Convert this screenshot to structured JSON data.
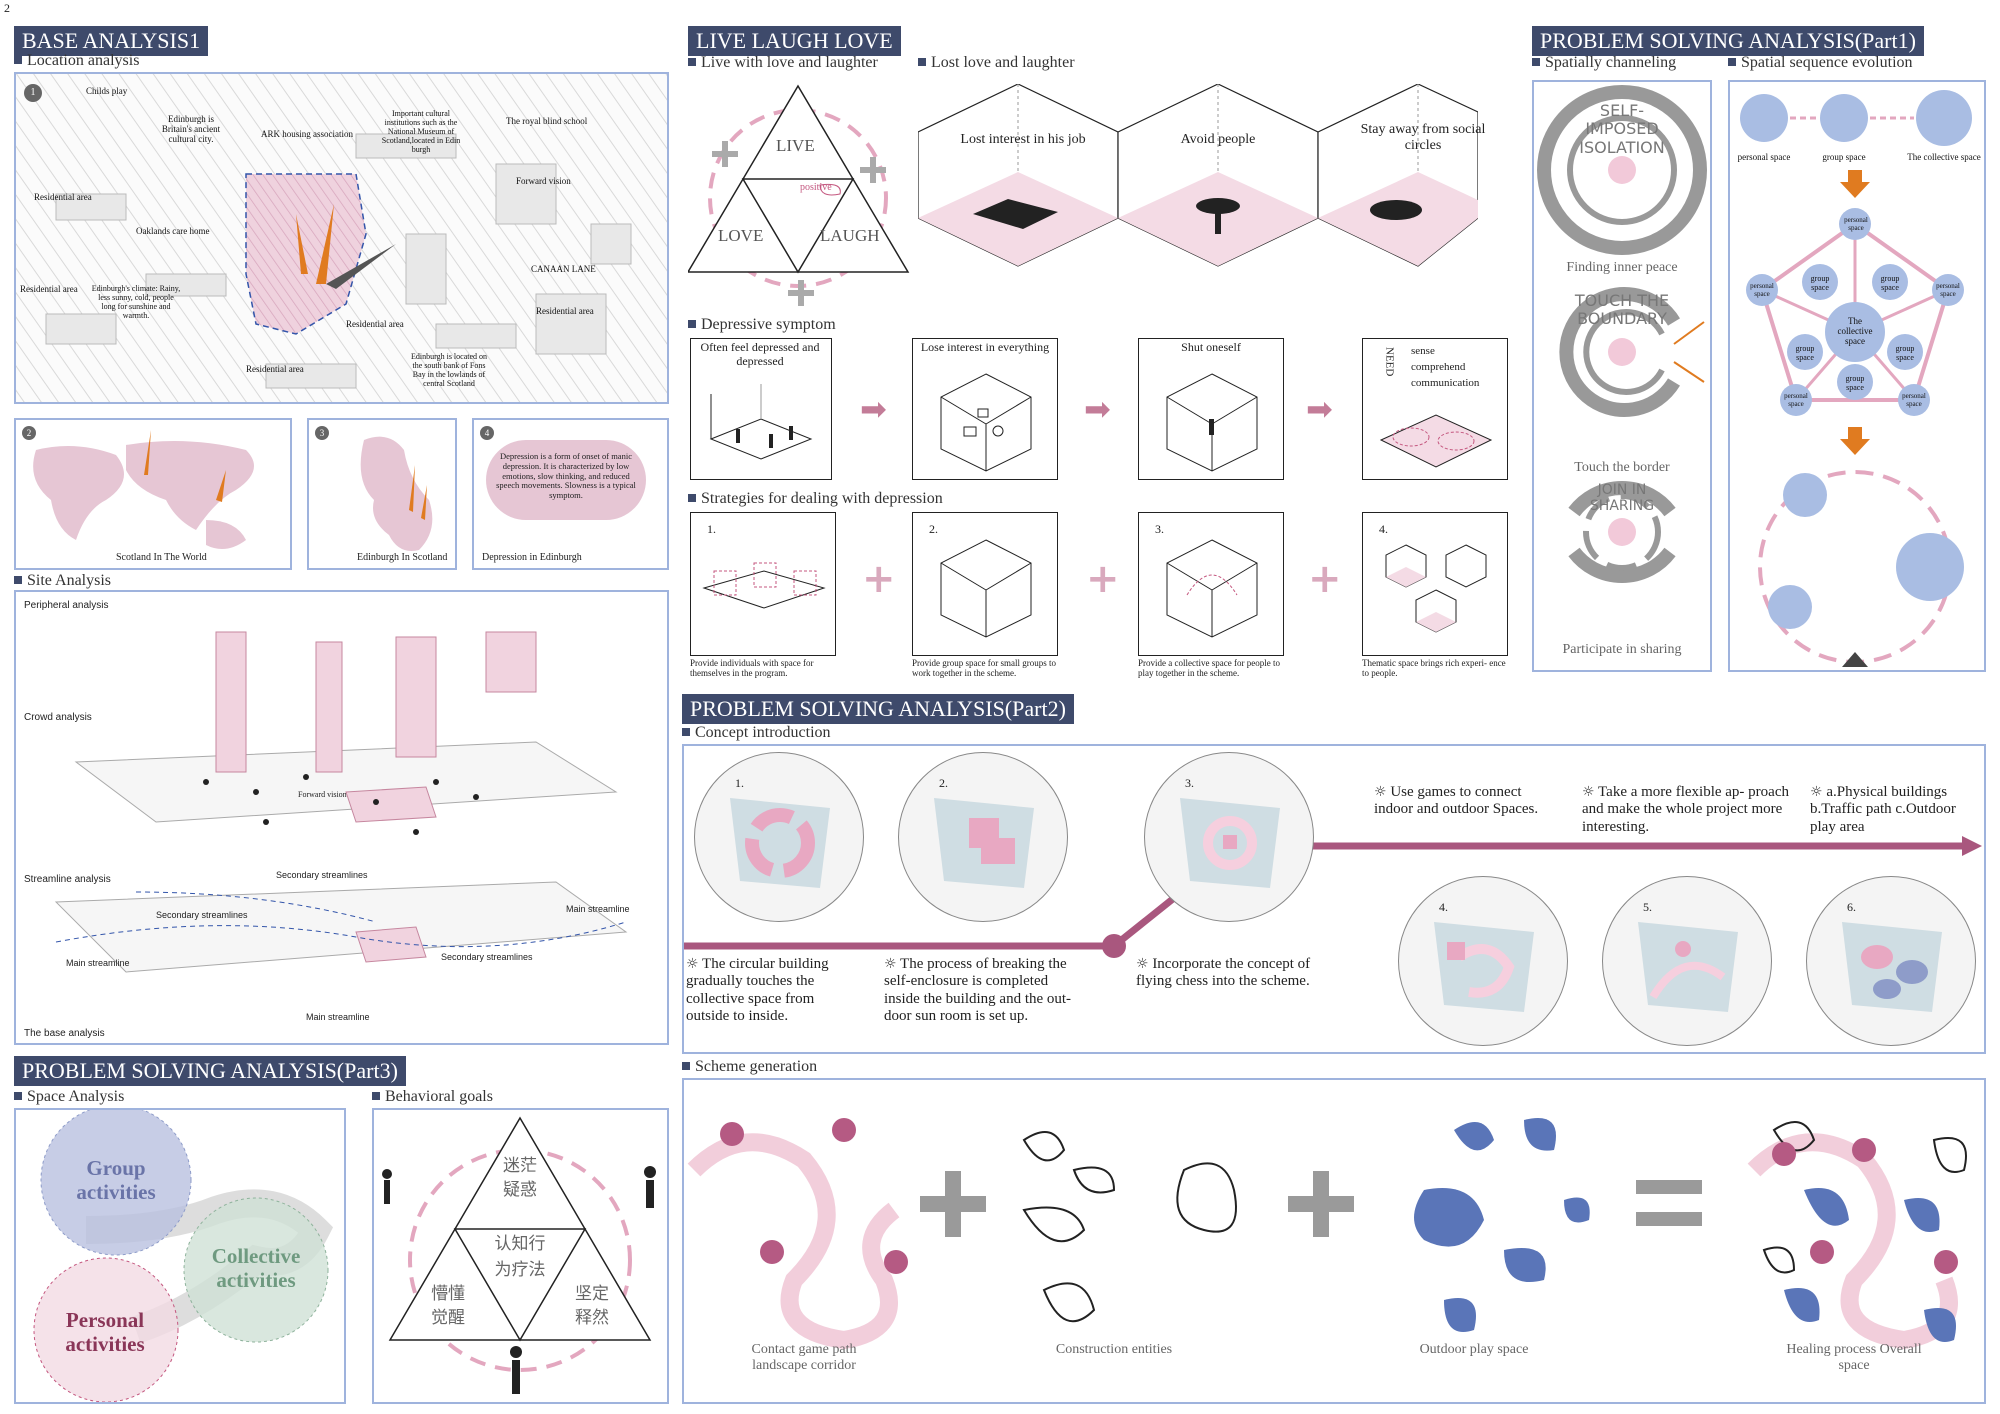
{
  "page_number": "2",
  "base": {
    "title": "BASE ANALYSIS1",
    "location": "Location analysis",
    "site": "Site Analysis",
    "map_labels": [
      "Childs play",
      "Edinburgh is Britain's ancient cultural city.",
      "ARK housing association",
      "Important cultural institutions such as the National Museum of Scotland,located in Edin burgh",
      "The royal blind school",
      "Residential area",
      "Forward vision",
      "Oaklands care home",
      "Residential area",
      "Edinburgh's climate: Rainy, less sunny, cold, people long for sunshine and warmth.",
      "CANAAN LANE",
      "Residential area",
      "Residential area",
      "Residential area",
      "Edinburgh is located on the south bank of Fons Bay in the lowlands of central Scotland"
    ],
    "panel2": "Scotland In The World",
    "panel3": "Edinburgh In Scotland",
    "panel4_note": "Depression is a form of onset of manic depression. It is characterized by low emotions, slow thinking, and reduced speech movements. Slowness is a typical symptom.",
    "panel4": "Depression in Edinburgh",
    "nums": [
      "1",
      "2",
      "3",
      "4"
    ],
    "site_labels": [
      "Peripheral analysis",
      "Crowd analysis",
      "Streamline analysis",
      "The base analysis",
      "Secondary streamlines",
      "Secondary streamlines",
      "Main streamline",
      "Main streamline",
      "Secondary streamlines",
      "Main streamline",
      "Forward vision"
    ]
  },
  "llove": {
    "title": "LIVE LAUGH LOVE",
    "sub1": "Live with love and laughter",
    "sub2": "Lost love and laughter",
    "tri": [
      "LIVE",
      "LOVE",
      "LAUGH",
      "positive"
    ],
    "lost": [
      "Lost interest in his job",
      "Avoid people",
      "Stay away from social circles"
    ],
    "dep_title": "Depressive symptom",
    "dep": [
      "Often feel depressed and depressed",
      "Lose interest in  everything",
      "Shut oneself"
    ],
    "need": [
      "NEED",
      "sense",
      "comprehend",
      "communication"
    ],
    "strat_title": "Strategies for dealing with depression",
    "strat_nums": [
      "1.",
      "2.",
      "3.",
      "4."
    ],
    "strat": [
      "Provide individuals with space for themselves in the program.",
      "Provide group space for small groups to work together in the scheme.",
      "Provide a collective space for people to play together in the scheme.",
      "Thematic space brings rich experi- ence to people."
    ]
  },
  "p1": {
    "title": "PROBLEM SOLVING ANALYSIS(Part1)",
    "sub1": "Spatially channeling",
    "sub2": "Spatial sequence evolution",
    "ring1": "SELF-IMPOSED ISOLATION",
    "cap1": "Finding inner peace",
    "ring2": "TOUCH THE BOUNDARY",
    "cap2": "Touch the border",
    "ring3": "JOIN IN SHARING",
    "cap3": "Participate in sharing",
    "seq": [
      "personal space",
      "group space",
      "The collective space"
    ],
    "penta_center": "The collective space",
    "penta": [
      "personal space",
      "group space",
      "group space",
      "personal space",
      "personal space",
      "group space",
      "group space",
      "group space",
      "personal space",
      "personal space"
    ]
  },
  "p2": {
    "title": "PROBLEM SOLVING ANALYSIS(Part2)",
    "sub1": "Concept introduction",
    "sub2": "Scheme generation",
    "nums": [
      "1.",
      "2.",
      "3.",
      "4.",
      "5.",
      "6."
    ],
    "notes_top": [
      "Use games to connect indoor and outdoor Spaces.",
      "Take a more flexible ap- proach and make the whole project more interesting.",
      "a.Physical buildings b.Traffic path c.Outdoor play area"
    ],
    "notes_bottom": [
      "The circular building gradually touches the collective space from outside to inside.",
      "The process of breaking the self-enclosure is completed inside the building and the out- door sun room is set up.",
      "Incorporate the concept of flying chess into the scheme."
    ],
    "scheme": [
      "Contact game path landscape corridor",
      "Construction entities",
      "Outdoor play space",
      "Healing process Overall space"
    ]
  },
  "p3": {
    "title": "PROBLEM SOLVING ANALYSIS(Part3)",
    "sub1": "Space Analysis",
    "sub2": "Behavioral goals",
    "venn": [
      "Group activities",
      "Collective activities",
      "Personal activities"
    ],
    "tri": [
      "迷茫",
      "疑惑",
      "认知行",
      "为疗法",
      "懵懂",
      "觉醒",
      "坚定",
      "释然"
    ]
  }
}
